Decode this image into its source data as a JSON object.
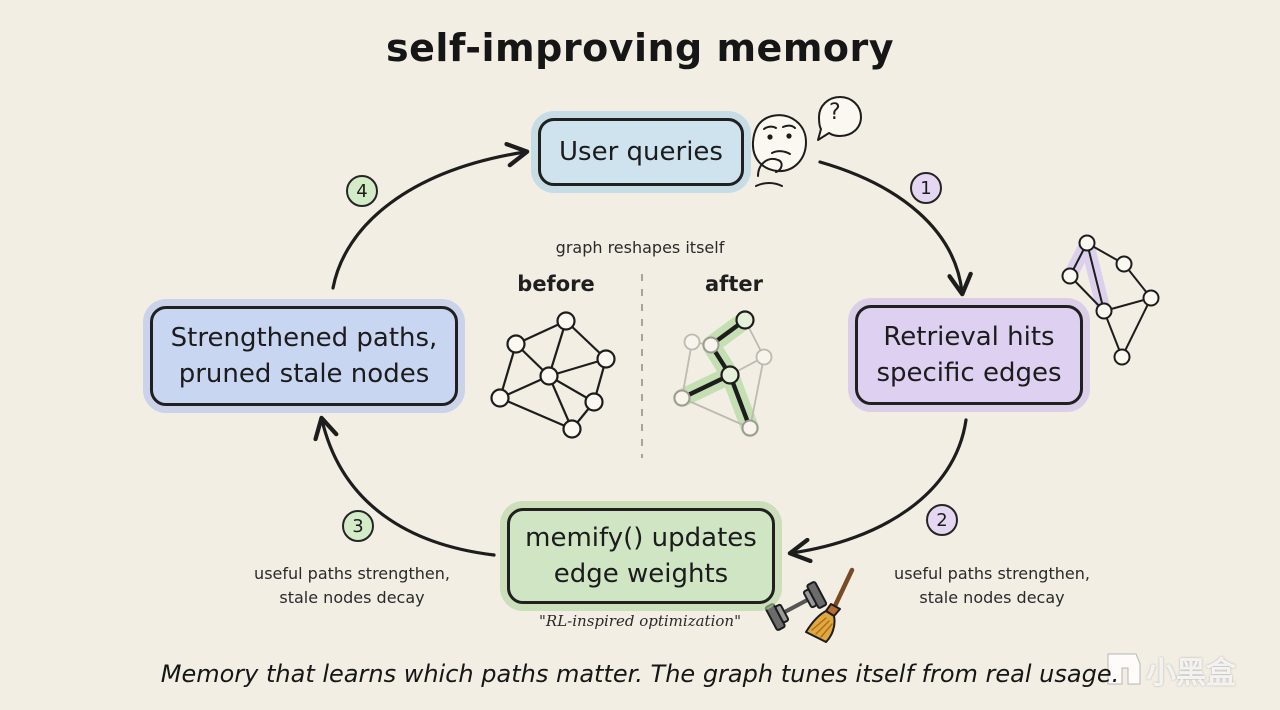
{
  "title": "self-improving memory",
  "boxes": {
    "top": "User queries",
    "right": "Retrieval hits\nspecific edges",
    "bottom": "memify() updates\nedge weights",
    "left": "Strengthened paths,\npruned stale nodes"
  },
  "steps": [
    "1",
    "2",
    "3",
    "4"
  ],
  "center": {
    "heading": "graph reshapes itself",
    "before": "before",
    "after": "after"
  },
  "notes": {
    "left": "useful paths strengthen,\nstale nodes decay",
    "right": "useful paths strengthen,\nstale nodes decay"
  },
  "quote": "\"RL-inspired optimization\"",
  "caption": "Memory that learns which paths matter. The graph tunes itself from real usage.",
  "thinking_bubble": "?",
  "watermark": "小黑盒",
  "icons": [
    "thinking-face-icon",
    "question-bubble-icon",
    "dumbbell-icon",
    "broom-icon",
    "graph-icon",
    "watermark-logo-icon"
  ],
  "colors": {
    "background": "#f2eee4",
    "blue": "#cfe3ef",
    "periwinkle": "#c9d6f2",
    "purple": "#ddd0f0",
    "green": "#cfe5c4",
    "ink": "#202020"
  }
}
